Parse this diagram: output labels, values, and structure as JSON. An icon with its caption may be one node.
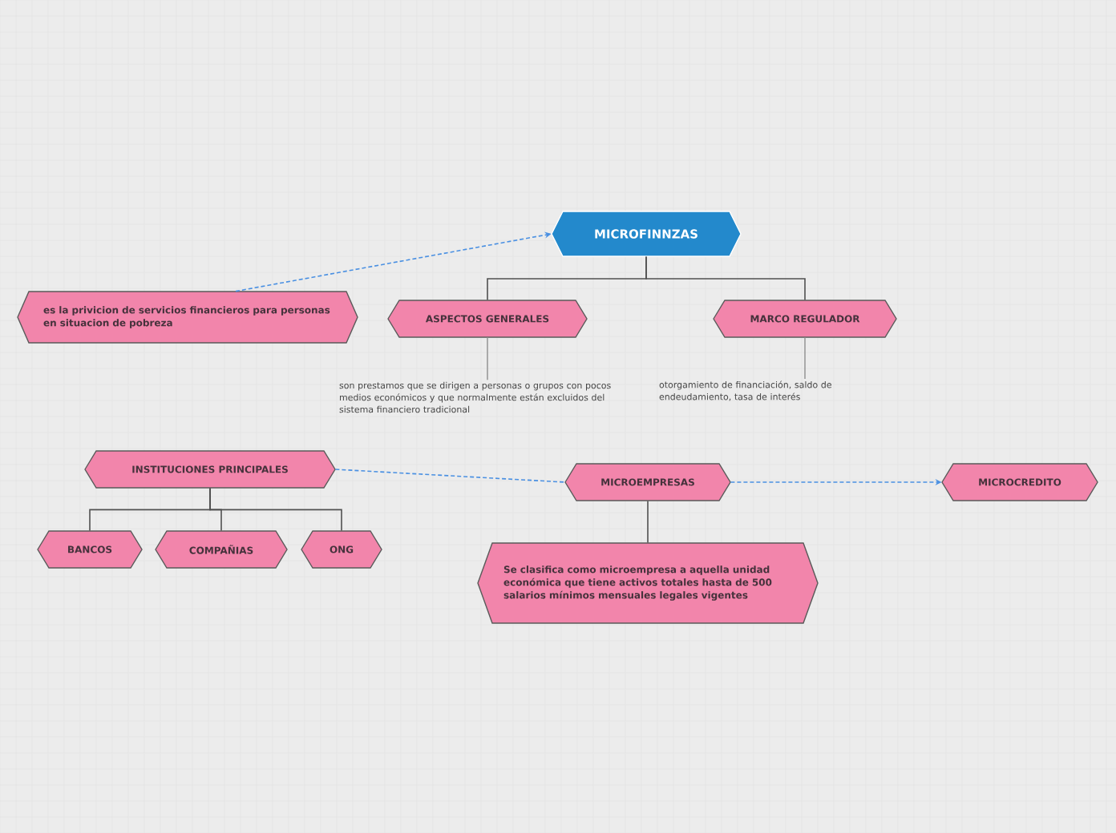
{
  "diagram": {
    "nodes": [
      {
        "text": [
          "MICROFINNZAS"
        ]
      },
      {
        "text": [
          "es la privicion de servicios financieros para personas en situacion de pobreza"
        ]
      },
      {
        "text": [
          "ASPECTOS GENERALES"
        ]
      },
      {
        "text": [
          "son prestamos que se dirigen a personas o grupos con pocos medios económicos y que normalmente están excluidos del sistema financiero tradicional"
        ]
      },
      {
        "text": [
          "MARCO REGULADOR"
        ]
      },
      {
        "text": [
          "otorgamiento de financiación, saldo de endeudamiento, tasa de interés"
        ]
      },
      {
        "text": [
          "INSTITUCIONES PRINCIPALES"
        ]
      },
      {
        "text": [
          "BANCOS"
        ]
      },
      {
        "text": [
          "COMPAÑIAS"
        ]
      },
      {
        "text": [
          "ONG"
        ]
      },
      {
        "text": [
          "MICROEMPRESAS"
        ]
      },
      {
        "text": [
          "Se clasifica como microempresa a aquella unidad económica que tiene activos totales hasta de 500 salarios mínimos mensuales legales vigentes"
        ]
      },
      {
        "text": [
          "MICROCREDITO"
        ]
      }
    ],
    "edges": [
      {
        "from": 1,
        "to": 0,
        "arrow": "to",
        "style": "dashed",
        "color": "#4a90e2"
      },
      {
        "from": 0,
        "to": 2,
        "arrow": "none"
      },
      {
        "from": 0,
        "to": 4,
        "arrow": "none"
      },
      {
        "from": 2,
        "to": 3,
        "arrow": "none",
        "color": "#999999"
      },
      {
        "from": 4,
        "to": 5,
        "arrow": "none",
        "color": "#999999"
      },
      {
        "from": 6,
        "to": 7,
        "arrow": "none"
      },
      {
        "from": 6,
        "to": 8,
        "arrow": "none"
      },
      {
        "from": 6,
        "to": 9,
        "arrow": "none"
      },
      {
        "from": 6,
        "to": 10,
        "arrow": "none",
        "style": "dashed",
        "color": "#4a90e2"
      },
      {
        "from": 10,
        "to": 12,
        "arrow": "to",
        "style": "dashed",
        "color": "#4a90e2"
      },
      {
        "from": 10,
        "to": 11,
        "arrow": "none"
      }
    ]
  }
}
